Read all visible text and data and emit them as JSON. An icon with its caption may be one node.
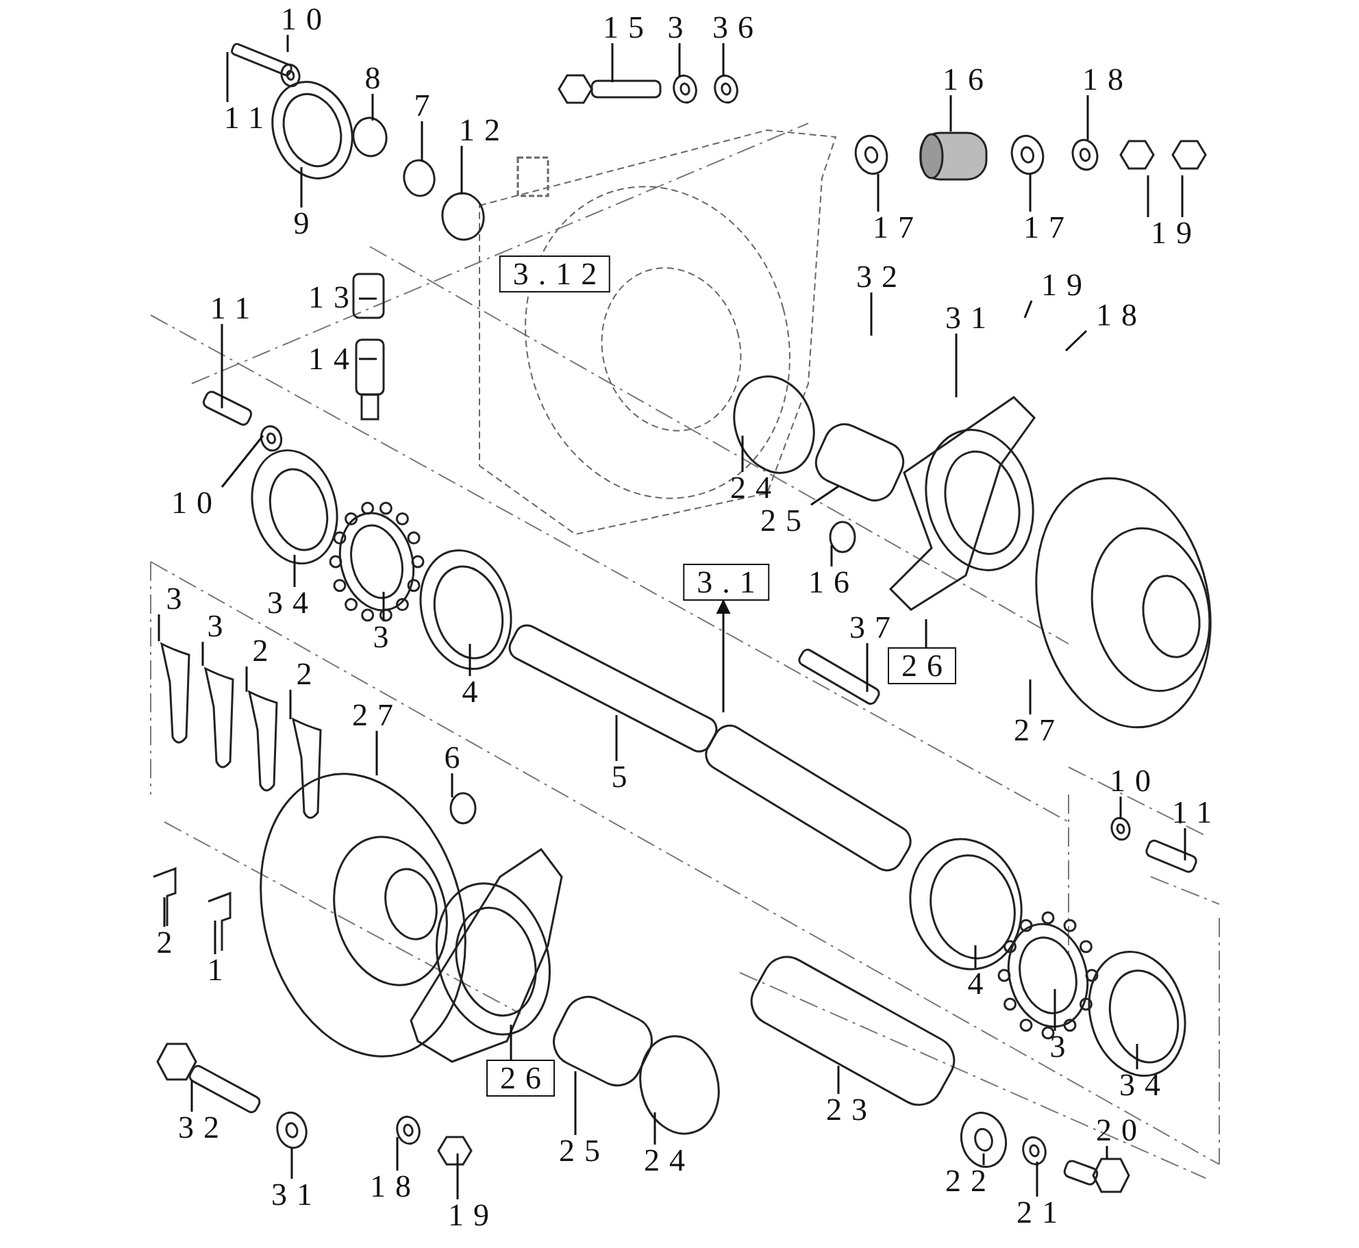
{
  "diagram": {
    "nodes": [
      {
        "text": [
          "10"
        ]
      },
      {
        "text": [
          "11"
        ]
      },
      {
        "text": [
          "8"
        ]
      },
      {
        "text": [
          "7"
        ]
      },
      {
        "text": [
          "12"
        ]
      },
      {
        "text": [
          "15"
        ]
      },
      {
        "text": [
          "3"
        ]
      },
      {
        "text": [
          "36"
        ]
      },
      {
        "text": [
          "16"
        ]
      },
      {
        "text": [
          "18"
        ]
      },
      {
        "text": [
          "9"
        ]
      },
      {
        "text": [
          "17"
        ]
      },
      {
        "text": [
          "17"
        ]
      },
      {
        "text": [
          "19"
        ]
      },
      {
        "text": [
          "3.12"
        ]
      },
      {
        "text": [
          "32"
        ]
      },
      {
        "text": [
          "31"
        ]
      },
      {
        "text": [
          "19"
        ]
      },
      {
        "text": [
          "18"
        ]
      },
      {
        "text": [
          "11"
        ]
      },
      {
        "text": [
          "13"
        ]
      },
      {
        "text": [
          "14"
        ]
      },
      {
        "text": [
          "10"
        ]
      },
      {
        "text": [
          "24"
        ]
      },
      {
        "text": [
          "25"
        ]
      },
      {
        "text": [
          "16"
        ]
      },
      {
        "text": [
          "3.1"
        ]
      },
      {
        "text": [
          "34"
        ]
      },
      {
        "text": [
          "3"
        ]
      },
      {
        "text": [
          "3"
        ]
      },
      {
        "text": [
          "3"
        ]
      },
      {
        "text": [
          "2"
        ]
      },
      {
        "text": [
          "2"
        ]
      },
      {
        "text": [
          "4"
        ]
      },
      {
        "text": [
          "37"
        ]
      },
      {
        "text": [
          "26"
        ]
      },
      {
        "text": [
          "27"
        ]
      },
      {
        "text": [
          "27"
        ]
      },
      {
        "text": [
          "6"
        ]
      },
      {
        "text": [
          "5"
        ]
      },
      {
        "text": [
          "10"
        ]
      },
      {
        "text": [
          "11"
        ]
      },
      {
        "text": [
          "2"
        ]
      },
      {
        "text": [
          "1"
        ]
      },
      {
        "text": [
          "4"
        ]
      },
      {
        "text": [
          "3"
        ]
      },
      {
        "text": [
          "26"
        ]
      },
      {
        "text": [
          "34"
        ]
      },
      {
        "text": [
          "32"
        ]
      },
      {
        "text": [
          "25"
        ]
      },
      {
        "text": [
          "24"
        ]
      },
      {
        "text": [
          "23"
        ]
      },
      {
        "text": [
          "31"
        ]
      },
      {
        "text": [
          "18"
        ]
      },
      {
        "text": [
          "19"
        ]
      },
      {
        "text": [
          "20"
        ]
      },
      {
        "text": [
          "22"
        ]
      },
      {
        "text": [
          "21"
        ]
      }
    ],
    "edges": [
      {
        "from": 0,
        "to": null,
        "arrow": "none"
      },
      {
        "from": 1,
        "to": null,
        "arrow": "none"
      },
      {
        "from": 2,
        "to": null,
        "arrow": "none"
      },
      {
        "from": 3,
        "to": null,
        "arrow": "none"
      },
      {
        "from": 4,
        "to": null,
        "arrow": "none"
      },
      {
        "from": 5,
        "to": null,
        "arrow": "none"
      },
      {
        "from": 6,
        "to": null,
        "arrow": "none"
      },
      {
        "from": 7,
        "to": null,
        "arrow": "none"
      },
      {
        "from": 8,
        "to": null,
        "arrow": "none"
      },
      {
        "from": 9,
        "to": null,
        "arrow": "none"
      },
      {
        "from": 10,
        "to": null,
        "arrow": "none"
      },
      {
        "from": 11,
        "to": null,
        "arrow": "none"
      },
      {
        "from": 12,
        "to": null,
        "arrow": "none"
      },
      {
        "from": 13,
        "to": null,
        "arrow": "none"
      },
      {
        "from": 13,
        "to": null,
        "arrow": "none"
      },
      {
        "from": 15,
        "to": null,
        "arrow": "none"
      },
      {
        "from": 16,
        "to": null,
        "arrow": "none"
      },
      {
        "from": 17,
        "to": null,
        "arrow": "none"
      },
      {
        "from": 18,
        "to": null,
        "arrow": "none"
      },
      {
        "from": 19,
        "to": null,
        "arrow": "none"
      },
      {
        "from": 20,
        "to": null,
        "arrow": "none"
      },
      {
        "from": 21,
        "to": null,
        "arrow": "none"
      },
      {
        "from": 22,
        "to": null,
        "arrow": "none"
      },
      {
        "from": 23,
        "to": null,
        "arrow": "none"
      },
      {
        "from": 24,
        "to": null,
        "arrow": "none"
      },
      {
        "from": 25,
        "to": null,
        "arrow": "none"
      },
      {
        "from": null,
        "to": 26,
        "arrow": "to"
      },
      {
        "from": 27,
        "to": null,
        "arrow": "none"
      },
      {
        "from": 28,
        "to": null,
        "arrow": "none"
      },
      {
        "from": 29,
        "to": null,
        "arrow": "none"
      },
      {
        "from": 30,
        "to": null,
        "arrow": "none"
      },
      {
        "from": 31,
        "to": null,
        "arrow": "none"
      },
      {
        "from": 32,
        "to": null,
        "arrow": "none"
      },
      {
        "from": 33,
        "to": null,
        "arrow": "none"
      },
      {
        "from": 34,
        "to": null,
        "arrow": "none"
      },
      {
        "from": 35,
        "to": null,
        "arrow": "none"
      },
      {
        "from": 36,
        "to": null,
        "arrow": "none"
      },
      {
        "from": 37,
        "to": null,
        "arrow": "none"
      },
      {
        "from": 38,
        "to": null,
        "arrow": "none"
      },
      {
        "from": 39,
        "to": null,
        "arrow": "none"
      },
      {
        "from": 40,
        "to": null,
        "arrow": "none"
      },
      {
        "from": 41,
        "to": null,
        "arrow": "none"
      },
      {
        "from": 42,
        "to": null,
        "arrow": "none"
      },
      {
        "from": 43,
        "to": null,
        "arrow": "none"
      },
      {
        "from": 44,
        "to": null,
        "arrow": "none"
      },
      {
        "from": 45,
        "to": null,
        "arrow": "none"
      },
      {
        "from": 46,
        "to": null,
        "arrow": "none"
      },
      {
        "from": 47,
        "to": null,
        "arrow": "none"
      },
      {
        "from": 48,
        "to": null,
        "arrow": "none"
      },
      {
        "from": 49,
        "to": null,
        "arrow": "none"
      },
      {
        "from": 50,
        "to": null,
        "arrow": "none"
      },
      {
        "from": 51,
        "to": null,
        "arrow": "none"
      },
      {
        "from": 52,
        "to": null,
        "arrow": "none"
      },
      {
        "from": 53,
        "to": null,
        "arrow": "none"
      },
      {
        "from": 54,
        "to": null,
        "arrow": "none"
      },
      {
        "from": 55,
        "to": null,
        "arrow": "none"
      },
      {
        "from": 56,
        "to": null,
        "arrow": "none"
      },
      {
        "from": 57,
        "to": null,
        "arrow": "none"
      }
    ]
  }
}
